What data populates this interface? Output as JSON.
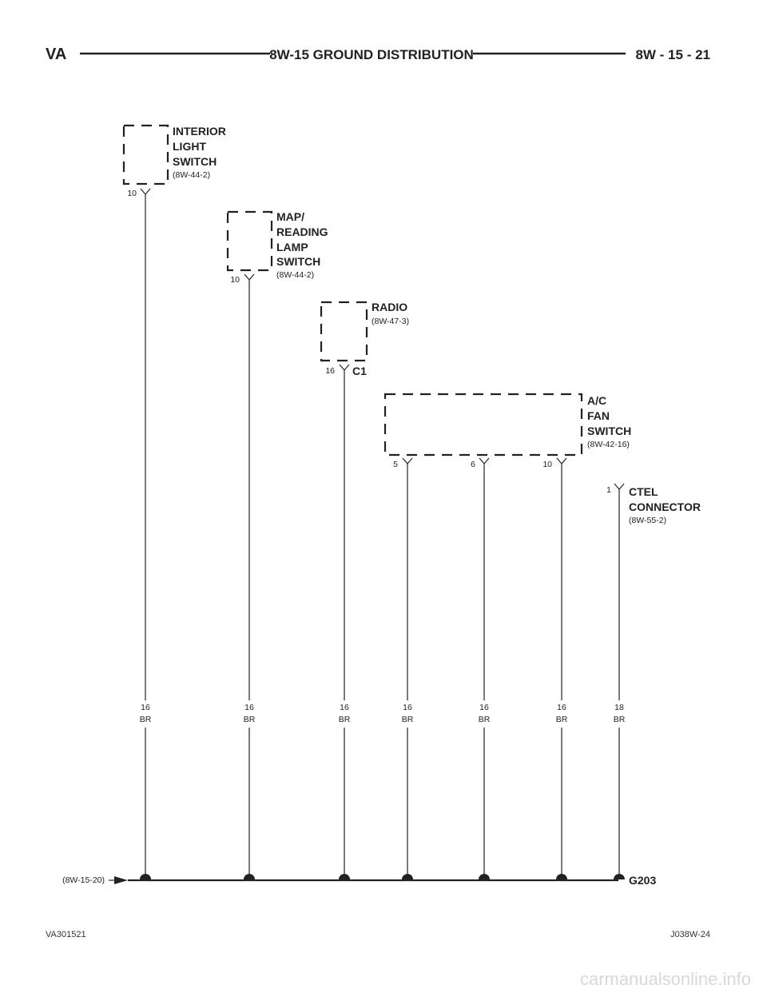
{
  "header": {
    "left": "VA",
    "title": "8W-15 GROUND DISTRIBUTION",
    "page": "8W - 15 - 21"
  },
  "components": [
    {
      "id": "interior-light-switch",
      "name_lines": [
        "INTERIOR",
        "LIGHT",
        "SWITCH"
      ],
      "ref": "(8W-44-2)",
      "connector": "",
      "pins": [
        "10"
      ]
    },
    {
      "id": "map-reading-lamp-switch",
      "name_lines": [
        "MAP/",
        "READING",
        "LAMP",
        "SWITCH"
      ],
      "ref": "(8W-44-2)",
      "connector": "",
      "pins": [
        "10"
      ]
    },
    {
      "id": "radio",
      "name_lines": [
        "RADIO"
      ],
      "ref": "(8W-47-3)",
      "connector": "C1",
      "pins": [
        "16"
      ]
    },
    {
      "id": "ac-fan-switch",
      "name_lines": [
        "A/C",
        "FAN",
        "SWITCH"
      ],
      "ref": "(8W-42-16)",
      "connector": "",
      "pins": [
        "5",
        "6",
        "10"
      ]
    },
    {
      "id": "ctel-connector",
      "name_lines": [
        "CTEL",
        "CONNECTOR"
      ],
      "ref": "(8W-55-2)",
      "connector": "",
      "pins": [
        "1"
      ]
    }
  ],
  "wires": [
    {
      "gauge": "16",
      "color": "BR"
    },
    {
      "gauge": "16",
      "color": "BR"
    },
    {
      "gauge": "16",
      "color": "BR"
    },
    {
      "gauge": "16",
      "color": "BR"
    },
    {
      "gauge": "16",
      "color": "BR"
    },
    {
      "gauge": "16",
      "color": "BR"
    },
    {
      "gauge": "18",
      "color": "BR"
    }
  ],
  "ground": {
    "label": "G203",
    "from_ref": "(8W-15-20)"
  },
  "footer": {
    "left": "VA301521",
    "right": "J038W-24"
  },
  "watermark": "carmanualsonline.info"
}
